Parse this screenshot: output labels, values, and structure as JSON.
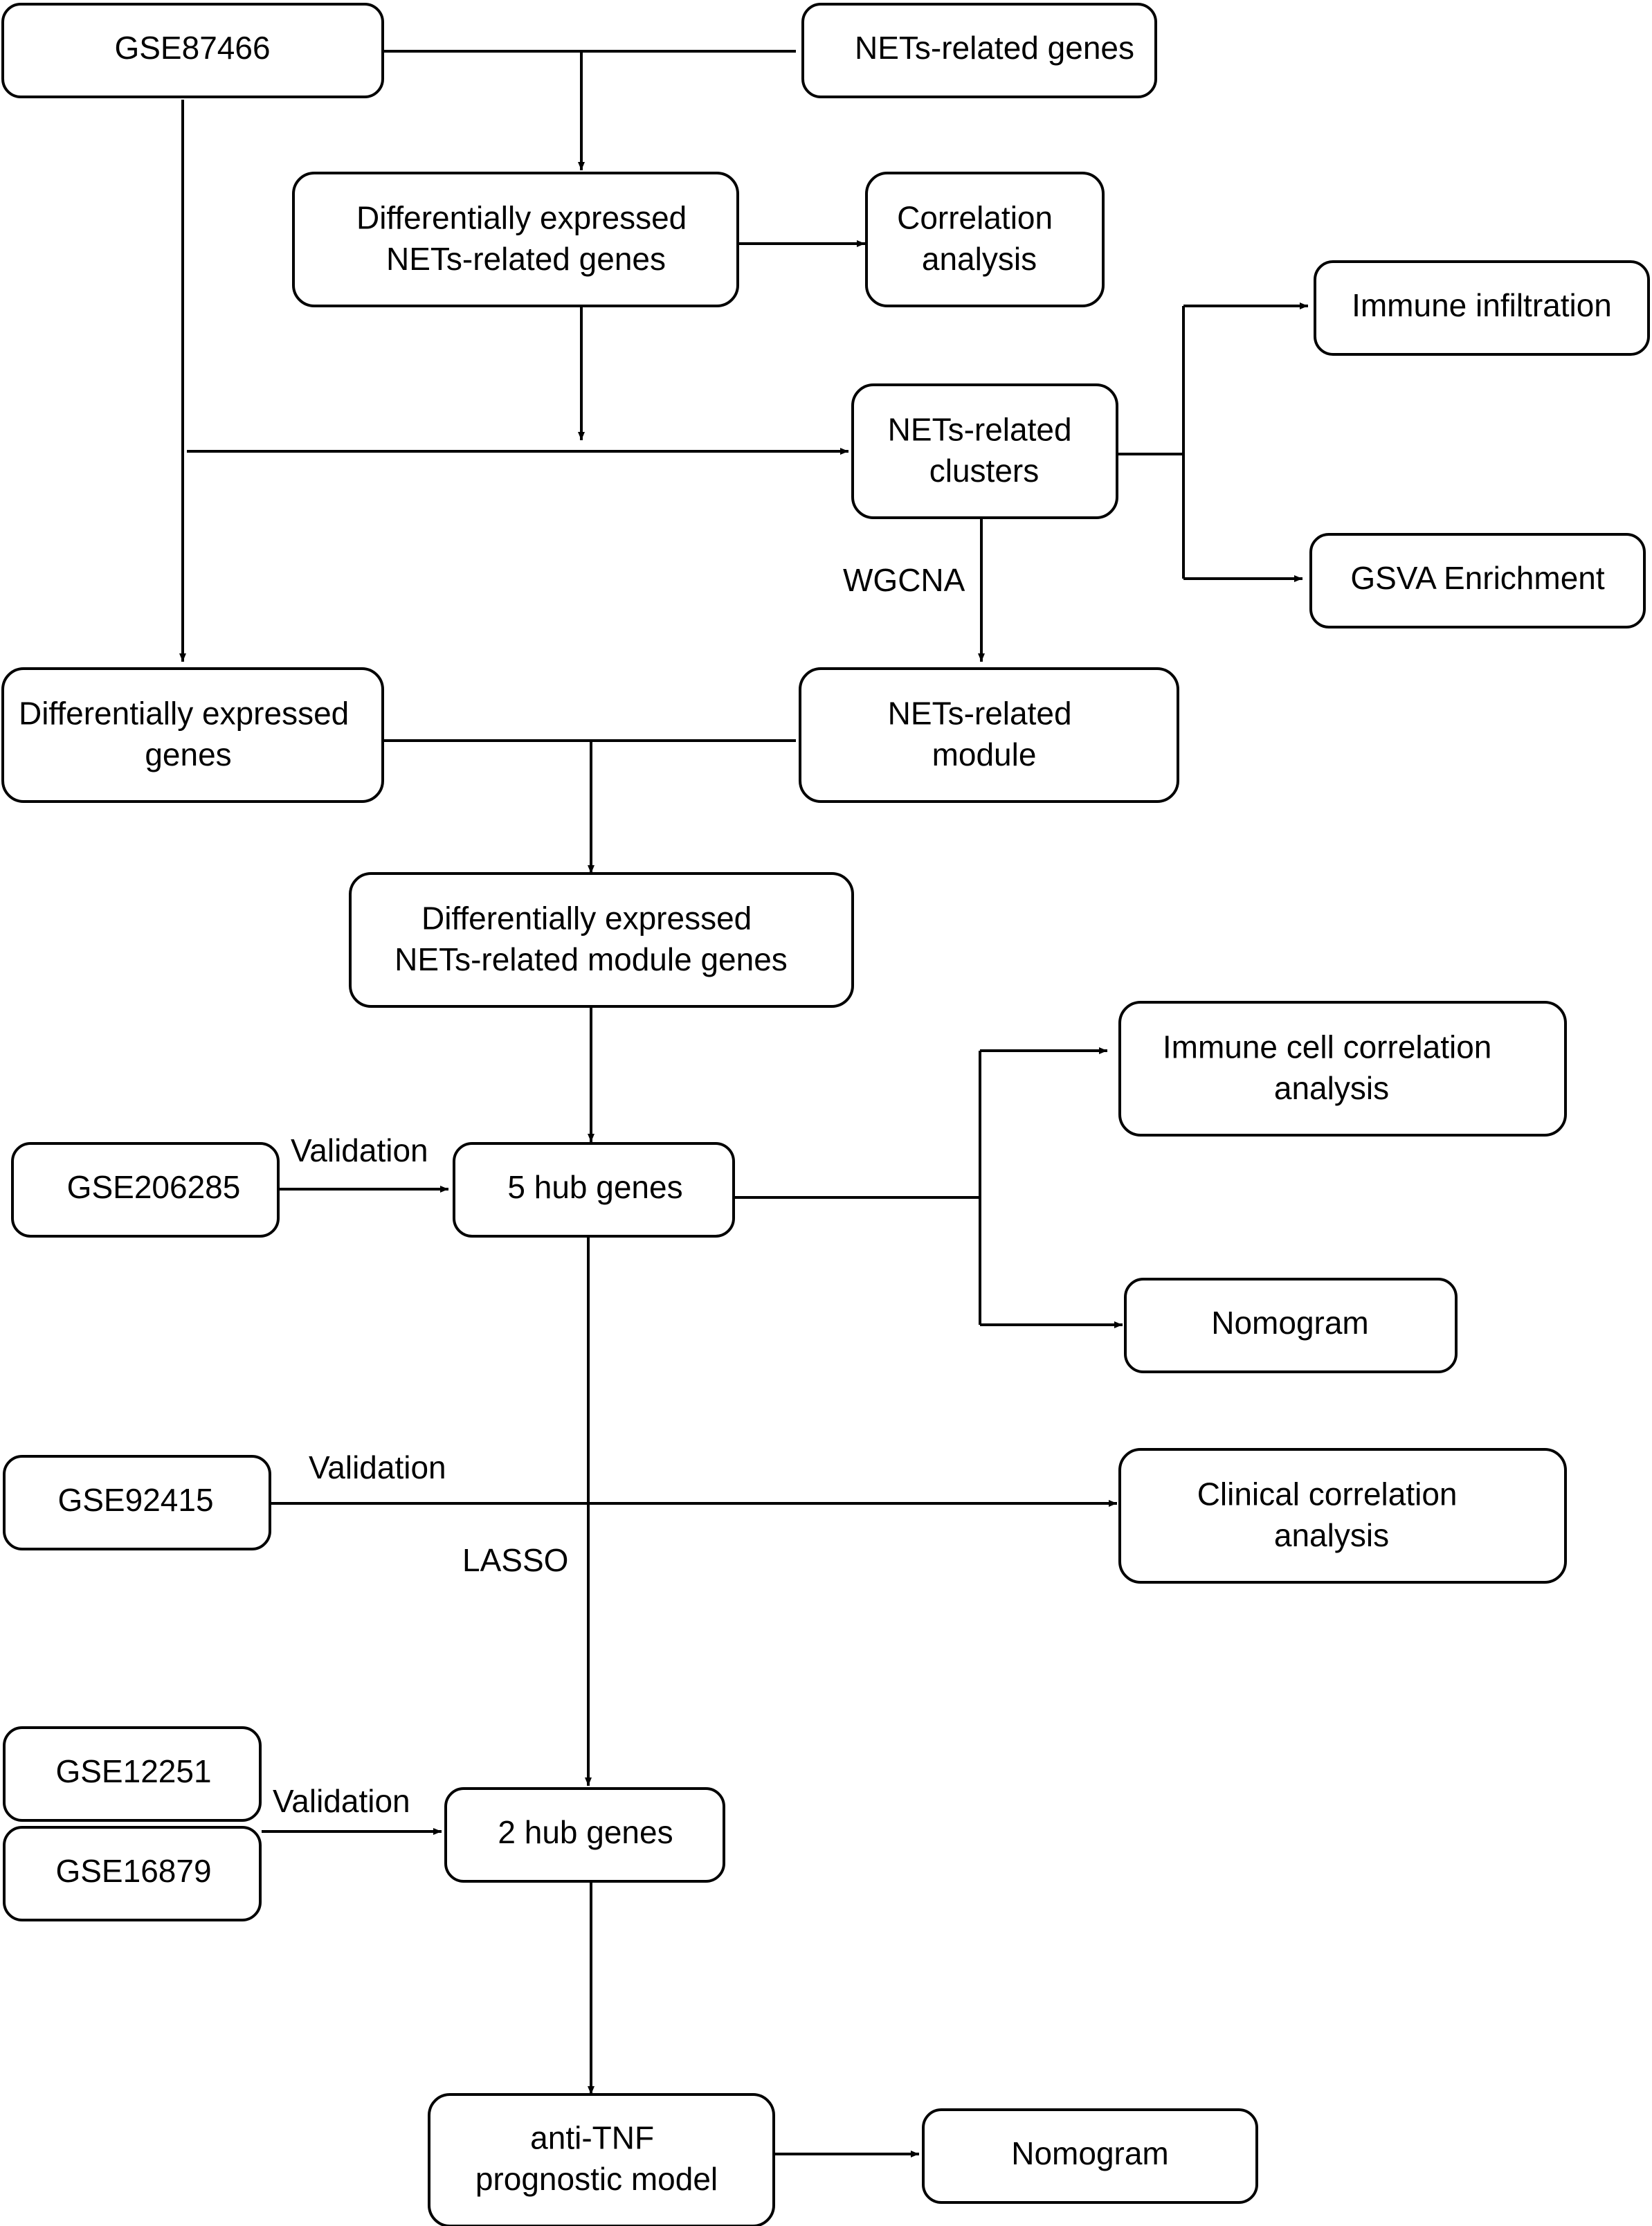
{
  "nodes": {
    "gse87466": [
      "GSE87466"
    ],
    "nets_genes": [
      "NETs-related genes"
    ],
    "de_nets_genes": [
      "Differentially expressed",
      "NETs-related genes"
    ],
    "correlation": [
      "Correlation",
      "analysis"
    ],
    "immune_infiltration": [
      "Immune infiltration"
    ],
    "nets_clusters": [
      "NETs-related",
      "clusters"
    ],
    "gsva": [
      "GSVA Enrichment"
    ],
    "de_genes": [
      "Differentially expressed",
      "genes"
    ],
    "nets_module": [
      "NETs-related",
      "module"
    ],
    "de_module_genes": [
      "Differentially expressed",
      "NETs-related module genes"
    ],
    "immune_cell_corr": [
      "Immune cell correlation",
      "analysis"
    ],
    "gse206285": [
      "GSE206285"
    ],
    "hub5": [
      "5 hub genes"
    ],
    "nomogram_1": [
      "Nomogram"
    ],
    "gse92415": [
      "GSE92415"
    ],
    "clinical_corr": [
      "Clinical correlation",
      "analysis"
    ],
    "gse12251": [
      "GSE12251"
    ],
    "hub2": [
      "2 hub genes"
    ],
    "gse16879": [
      "GSE16879"
    ],
    "anti_tnf": [
      "anti-TNF",
      "prognostic model"
    ],
    "nomogram_2": [
      "Nomogram"
    ]
  },
  "edge_labels": {
    "wgcna": "WGCNA",
    "validation_1": "Validation",
    "validation_2": "Validation",
    "lasso": "LASSO",
    "validation_3": "Validation"
  }
}
